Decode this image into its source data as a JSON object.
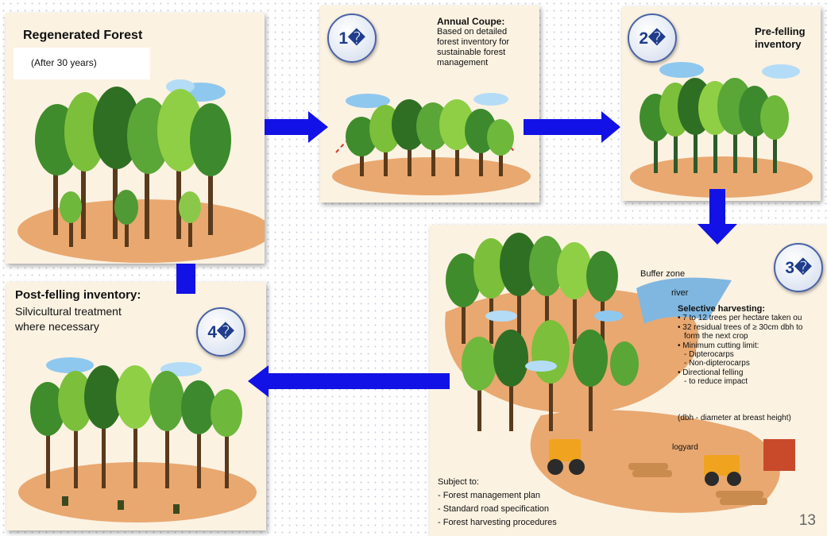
{
  "colors": {
    "arrow": "#1212e6",
    "ground": "#e9a870",
    "panel_bg": "#fbf2e2",
    "circle_border": "#4a63a6",
    "number": "#1f3d8c"
  },
  "panels": {
    "regenerated": {
      "title": "Regenerated Forest",
      "subtitle": "(After 30 years)"
    },
    "annual": {
      "number": "1�",
      "title": "Annual Coupe:",
      "l1": "Based on detailed",
      "l2": "forest inventory for",
      "l3": "sustainable forest",
      "l4": "management"
    },
    "prefelling": {
      "number": "2�",
      "title": "Pre-felling",
      "title2": "inventory"
    },
    "harvest": {
      "number": "3�",
      "buffer": "Buffer zone",
      "river": "river",
      "sel_title": "Selective harvesting:",
      "b1": "7 to 12 trees per hectare taken ou",
      "b2": "32 residual trees of ≥ 30cm dbh to",
      "b2b": "form the next crop",
      "b3": "Minimum cutting limit:",
      "b3a": "- Dipterocarps",
      "b3b": "- Non-dipterocarps",
      "b4": "Directional felling",
      "b4a": "- to reduce impact",
      "dbh": "(dbh - diameter at breast height)",
      "logyard": "logyard",
      "subject": "Subject to:",
      "s1": "- Forest management plan",
      "s2": "- Standard road specification",
      "s3": "- Forest harvesting procedures"
    },
    "postfelling": {
      "number": "4�",
      "title": "Post-felling inventory:",
      "l1": "Silvicultural treatment",
      "l2": "where necessary"
    }
  },
  "slide_number": "13"
}
